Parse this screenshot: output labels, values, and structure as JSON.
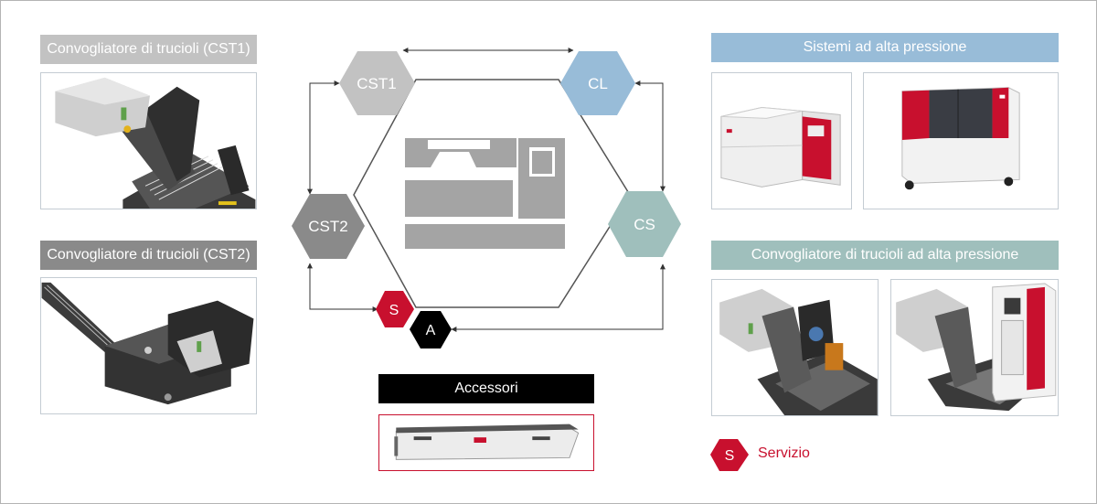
{
  "colors": {
    "grey_light": "#c2c2c2",
    "grey_dark": "#8a8a8a",
    "blue": "#98bcd8",
    "teal": "#9fbfbc",
    "red": "#c8102e",
    "black": "#000000",
    "machine": "#a4a4a4",
    "panel_border": "#c4ccd3"
  },
  "left": {
    "cst1_title": "Convogliatore di trucioli (CST1)",
    "cst2_title": "Convogliatore di trucioli (CST2)"
  },
  "right": {
    "high_pressure_title": "Sistemi ad alta pressione",
    "hp_conveyor_title": "Convogliatore di trucioli ad alta pressione"
  },
  "nodes": {
    "cst1": "CST1",
    "cl": "CL",
    "cst2": "CST2",
    "cs": "CS",
    "s": "S",
    "a": "A"
  },
  "accessories": {
    "title": "Accessori"
  },
  "legend": {
    "symbol": "S",
    "label": "Servizio"
  }
}
